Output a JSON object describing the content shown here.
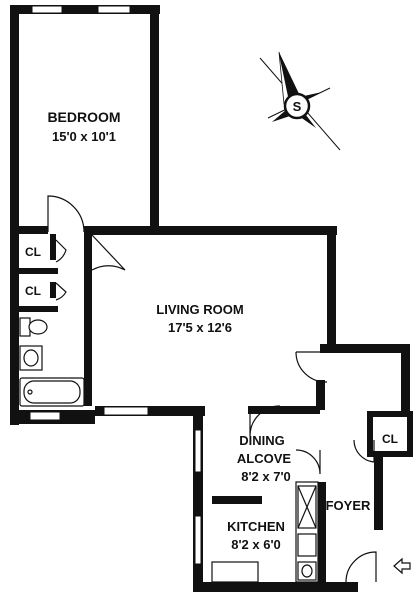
{
  "rooms": {
    "bedroom": {
      "name": "BEDROOM",
      "dims": "15'0 x 10'1"
    },
    "living": {
      "name": "LIVING ROOM",
      "dims": "17'5 x 12'6"
    },
    "dining": {
      "name_line1": "DINING",
      "name_line2": "ALCOVE",
      "dims": "8'2 x 7'0"
    },
    "kitchen": {
      "name": "KITCHEN",
      "dims": "8'2 x 6'0"
    },
    "foyer": {
      "name": "FOYER"
    }
  },
  "closets": {
    "cl1": "CL",
    "cl2": "CL",
    "cl3": "CL"
  },
  "compass": {
    "letter": "S",
    "icon": "compass-icon"
  },
  "entrance": {
    "icon": "entry-arrow-icon"
  },
  "colors": {
    "wall": "#111111",
    "fixture": "#333333",
    "window": "#ffffff"
  }
}
